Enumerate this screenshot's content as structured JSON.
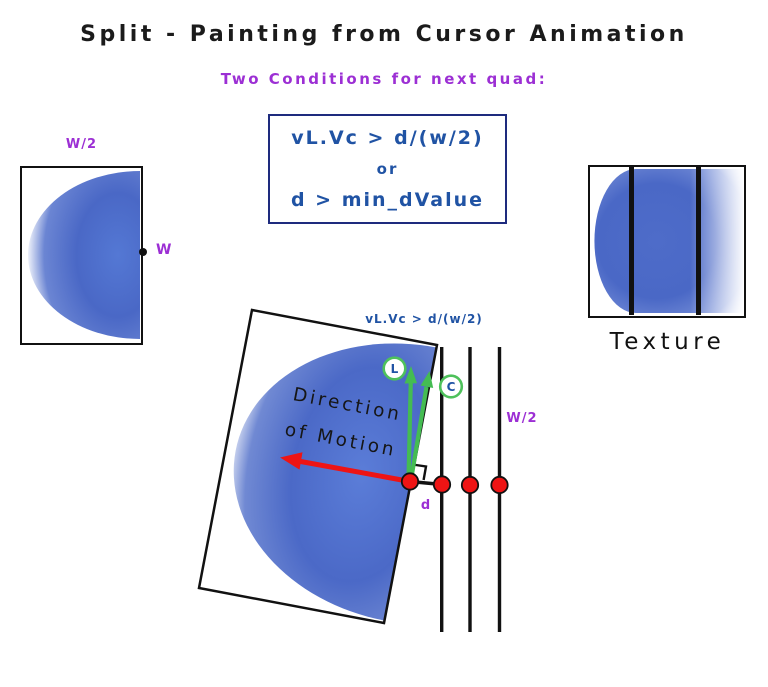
{
  "page": {
    "title": "Split - Painting from Cursor Animation",
    "subtitle": "Two Conditions for next quad:"
  },
  "condition_box": {
    "line1": "vL.Vc > d/(w/2)",
    "line2": "or",
    "line3": "d > min_dValue"
  },
  "left_figure": {
    "top_label": "W/2",
    "side_label": "W"
  },
  "texture_figure": {
    "caption": "Texture"
  },
  "main_diagram": {
    "condition_label": "vL.Vc > d/(w/2)",
    "direction_label_line1": "Direction",
    "direction_label_line2": "of Motion",
    "l_badge": "L",
    "c_badge": "C",
    "w2_label": "W/2",
    "d_label": "d"
  },
  "colors": {
    "title_text": "#1b1b1b",
    "purple_label": "#9c2fd4",
    "condition_text": "#2053a4",
    "condition_border": "#1e2b7e",
    "quad_blue": "#4a68c6",
    "arrow_red": "#ee1414",
    "arrow_green": "#44bc52",
    "line_black": "#111111"
  }
}
